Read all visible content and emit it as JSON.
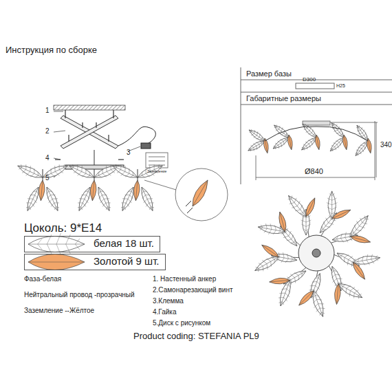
{
  "diagram": {
    "title": "Инструкция по сборке",
    "caption": "Product coding: STEFANIA PL9",
    "nodes": [
      {
        "text": [
          "белая 18 шт."
        ]
      },
      {
        "text": [
          "Золотой 9 шт."
        ]
      }
    ],
    "labels": [
      "Размер базы",
      "D300",
      "H25",
      "Габаритные размеры",
      "340",
      "Ø840",
      "1",
      "2",
      "3",
      "4",
      "5",
      "Заземление",
      "Цоколь: 9*E14",
      "Фаза-белая",
      "Нейтральный провод -прозрачный",
      "Заземление --Жёлтое",
      "1. Настенный анкер",
      "2.Самонарезающий винт",
      "3.Клемма",
      "4.Гайка",
      "5.Диск с рисунком"
    ]
  }
}
